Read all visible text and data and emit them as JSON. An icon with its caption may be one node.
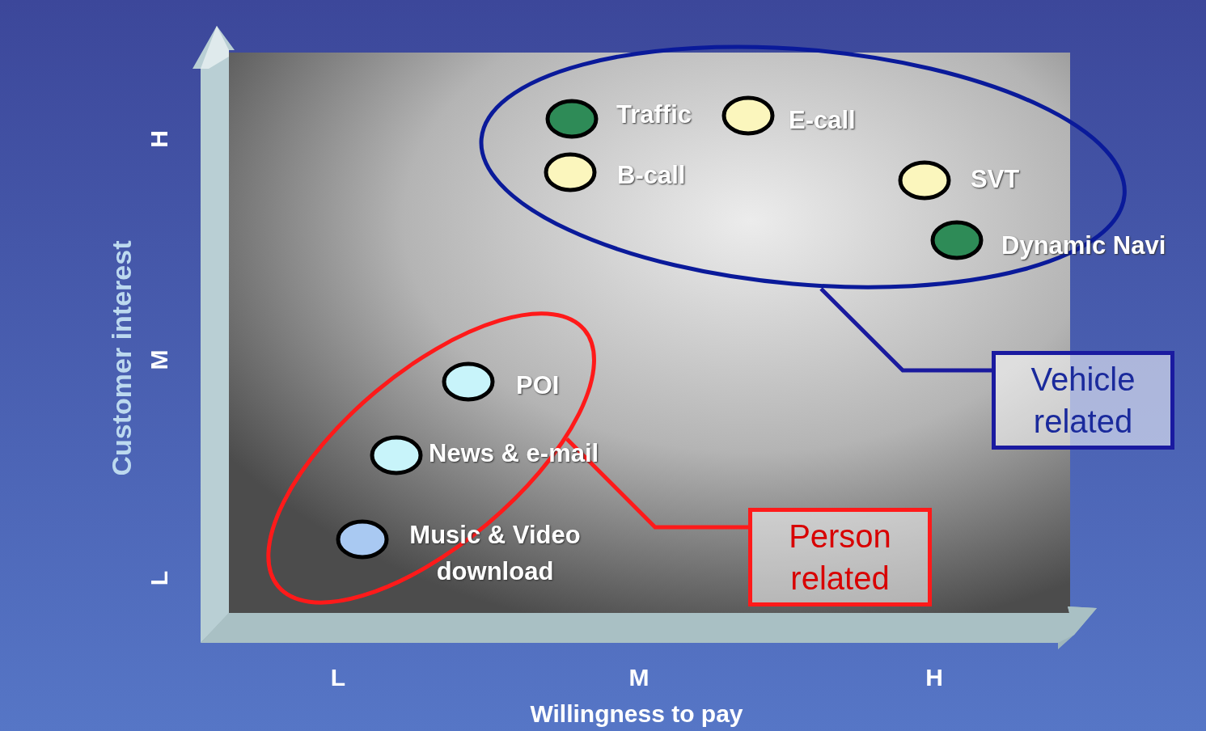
{
  "diagram": {
    "nodes": [
      {
        "text": [],
        "shape": "ellipse"
      },
      {
        "text": [],
        "shape": "circle",
        "beside": [
          "Traffic"
        ],
        "in": 0
      },
      {
        "text": [],
        "shape": "circle",
        "beside": [
          "E-call"
        ],
        "in": 0
      },
      {
        "text": [],
        "shape": "circle",
        "beside": [
          "B-call"
        ],
        "in": 0
      },
      {
        "text": [],
        "shape": "circle",
        "beside": [
          "SVT"
        ],
        "in": 0
      },
      {
        "text": [],
        "shape": "circle",
        "beside": [
          "Dynamic Navi"
        ],
        "in": 0
      },
      {
        "text": [],
        "shape": "ellipse"
      },
      {
        "text": [],
        "shape": "circle",
        "beside": [
          "POI"
        ],
        "in": 6
      },
      {
        "text": [],
        "shape": "circle",
        "beside": [
          "News & e-mail"
        ],
        "in": 6
      },
      {
        "text": [],
        "shape": "circle",
        "beside": [
          "Music & Video download"
        ],
        "in": 6
      },
      {
        "text": [
          "Vehicle related"
        ]
      },
      {
        "text": [
          "Person related"
        ]
      }
    ],
    "edges": [
      {
        "from": 10,
        "to": 0,
        "arrow": "none",
        "color": "#1a1a9e"
      },
      {
        "from": 11,
        "to": 6,
        "arrow": "none",
        "color": "#ff1a1a"
      }
    ],
    "labels": [
      "H",
      "M",
      "L",
      "Customer interest",
      "L",
      "M",
      "H",
      "Willingness to pay"
    ]
  }
}
